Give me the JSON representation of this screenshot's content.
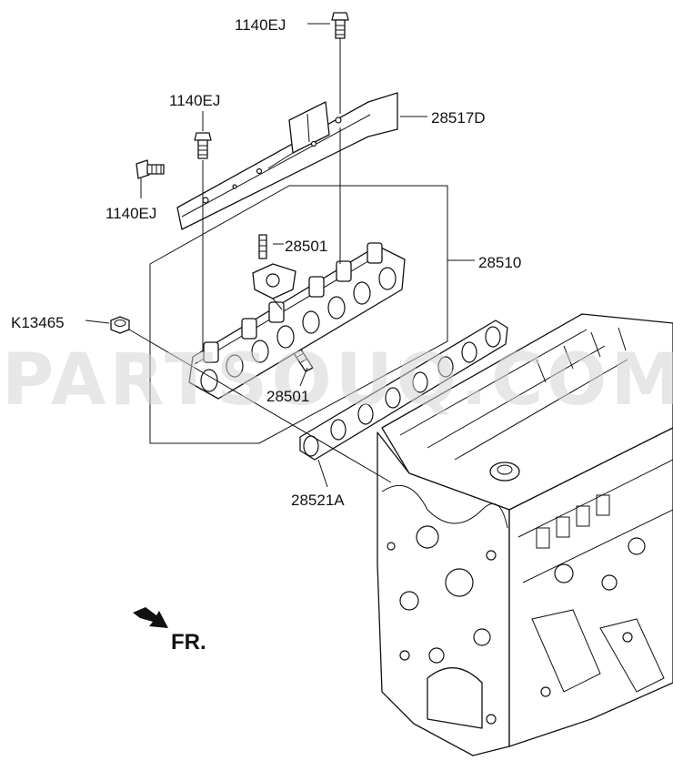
{
  "labels": {
    "bolt_top": "1140EJ",
    "bolt_mid": "1140EJ",
    "bolt_left": "1140EJ",
    "heat_shield": "28517D",
    "stud_upper": "28501",
    "manifold_assembly": "28510",
    "nut": "K13465",
    "stud_lower": "28501",
    "gasket": "28521A"
  },
  "direction": {
    "front_label": "FR."
  },
  "watermark": {
    "text": "PARTSOUQ.COM"
  }
}
